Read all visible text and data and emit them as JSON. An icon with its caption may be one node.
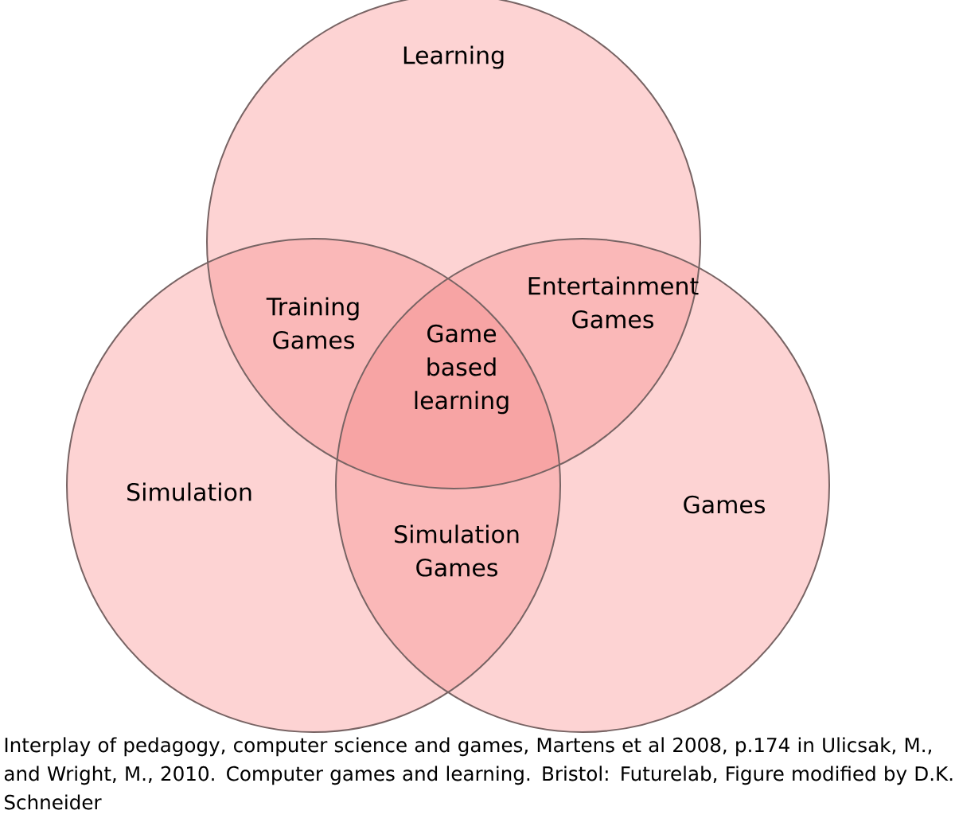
{
  "diagram": {
    "caption": "Interplay of pedagogy, computer science and games, Martens et al 2008, p.174 in Ulicsak, M., and Wright, M., 2010. Computer games and learning. Bristol: Futurelab, Figure modified by D.K. Schneider",
    "nodes": [
      {
        "text": [
          "Learning"
        ]
      },
      {
        "text": [
          "Simulation"
        ]
      },
      {
        "text": [
          "Games"
        ]
      }
    ],
    "edges": [],
    "labels": [
      "Training Games",
      "Entertainment Games",
      "Game based learning",
      "Simulation Games"
    ]
  }
}
